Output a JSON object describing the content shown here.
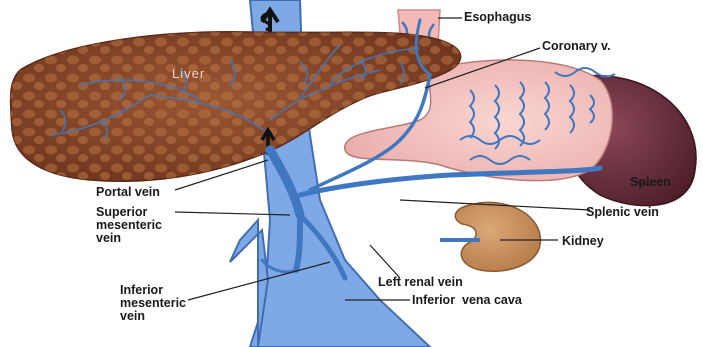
{
  "labels": {
    "liver": "Liver",
    "esophagus": "Esophagus",
    "coronary_vein": "Coronary v.",
    "portal_vein": "Portal vein",
    "superior_mesenteric_vein": [
      "Superior",
      "mesenteric",
      "vein"
    ],
    "spleen": "Spleen",
    "splenic_vein": "Splenic vein",
    "kidney": "Kidney",
    "left_renal_vein": "Left renal vein",
    "inferior_mesenteric_vein": [
      "Inferior",
      "mesenteric",
      "vein"
    ],
    "inferior_vena_cava": "Inferior  vena cava"
  },
  "colors": {
    "vein_blue": "#3f78c0",
    "vein_light": "#6f9fe0",
    "liver_brown": "#8a4a2a",
    "stomach_pink": "#f4c2bf",
    "spleen_dark": "#6a2e3c",
    "kidney": "#c99160",
    "label_text": "#1a1a1a"
  }
}
